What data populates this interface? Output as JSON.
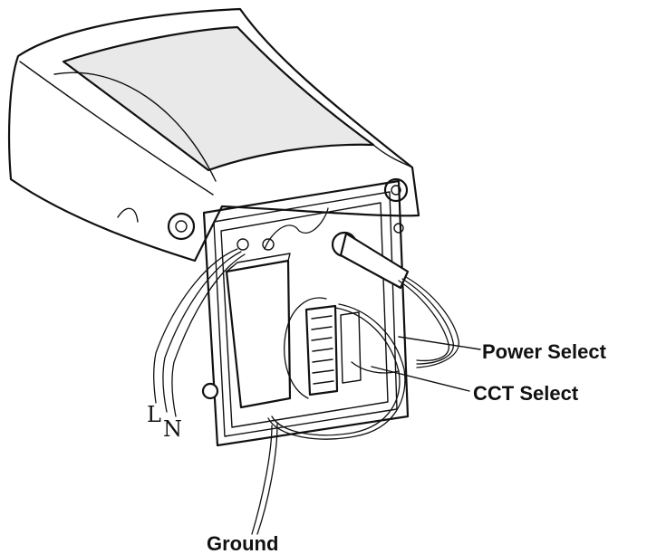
{
  "labels": {
    "power_select": "Power Select",
    "cct_select": "CCT Select",
    "ground": "Ground",
    "line": "L",
    "neutral": "N"
  }
}
